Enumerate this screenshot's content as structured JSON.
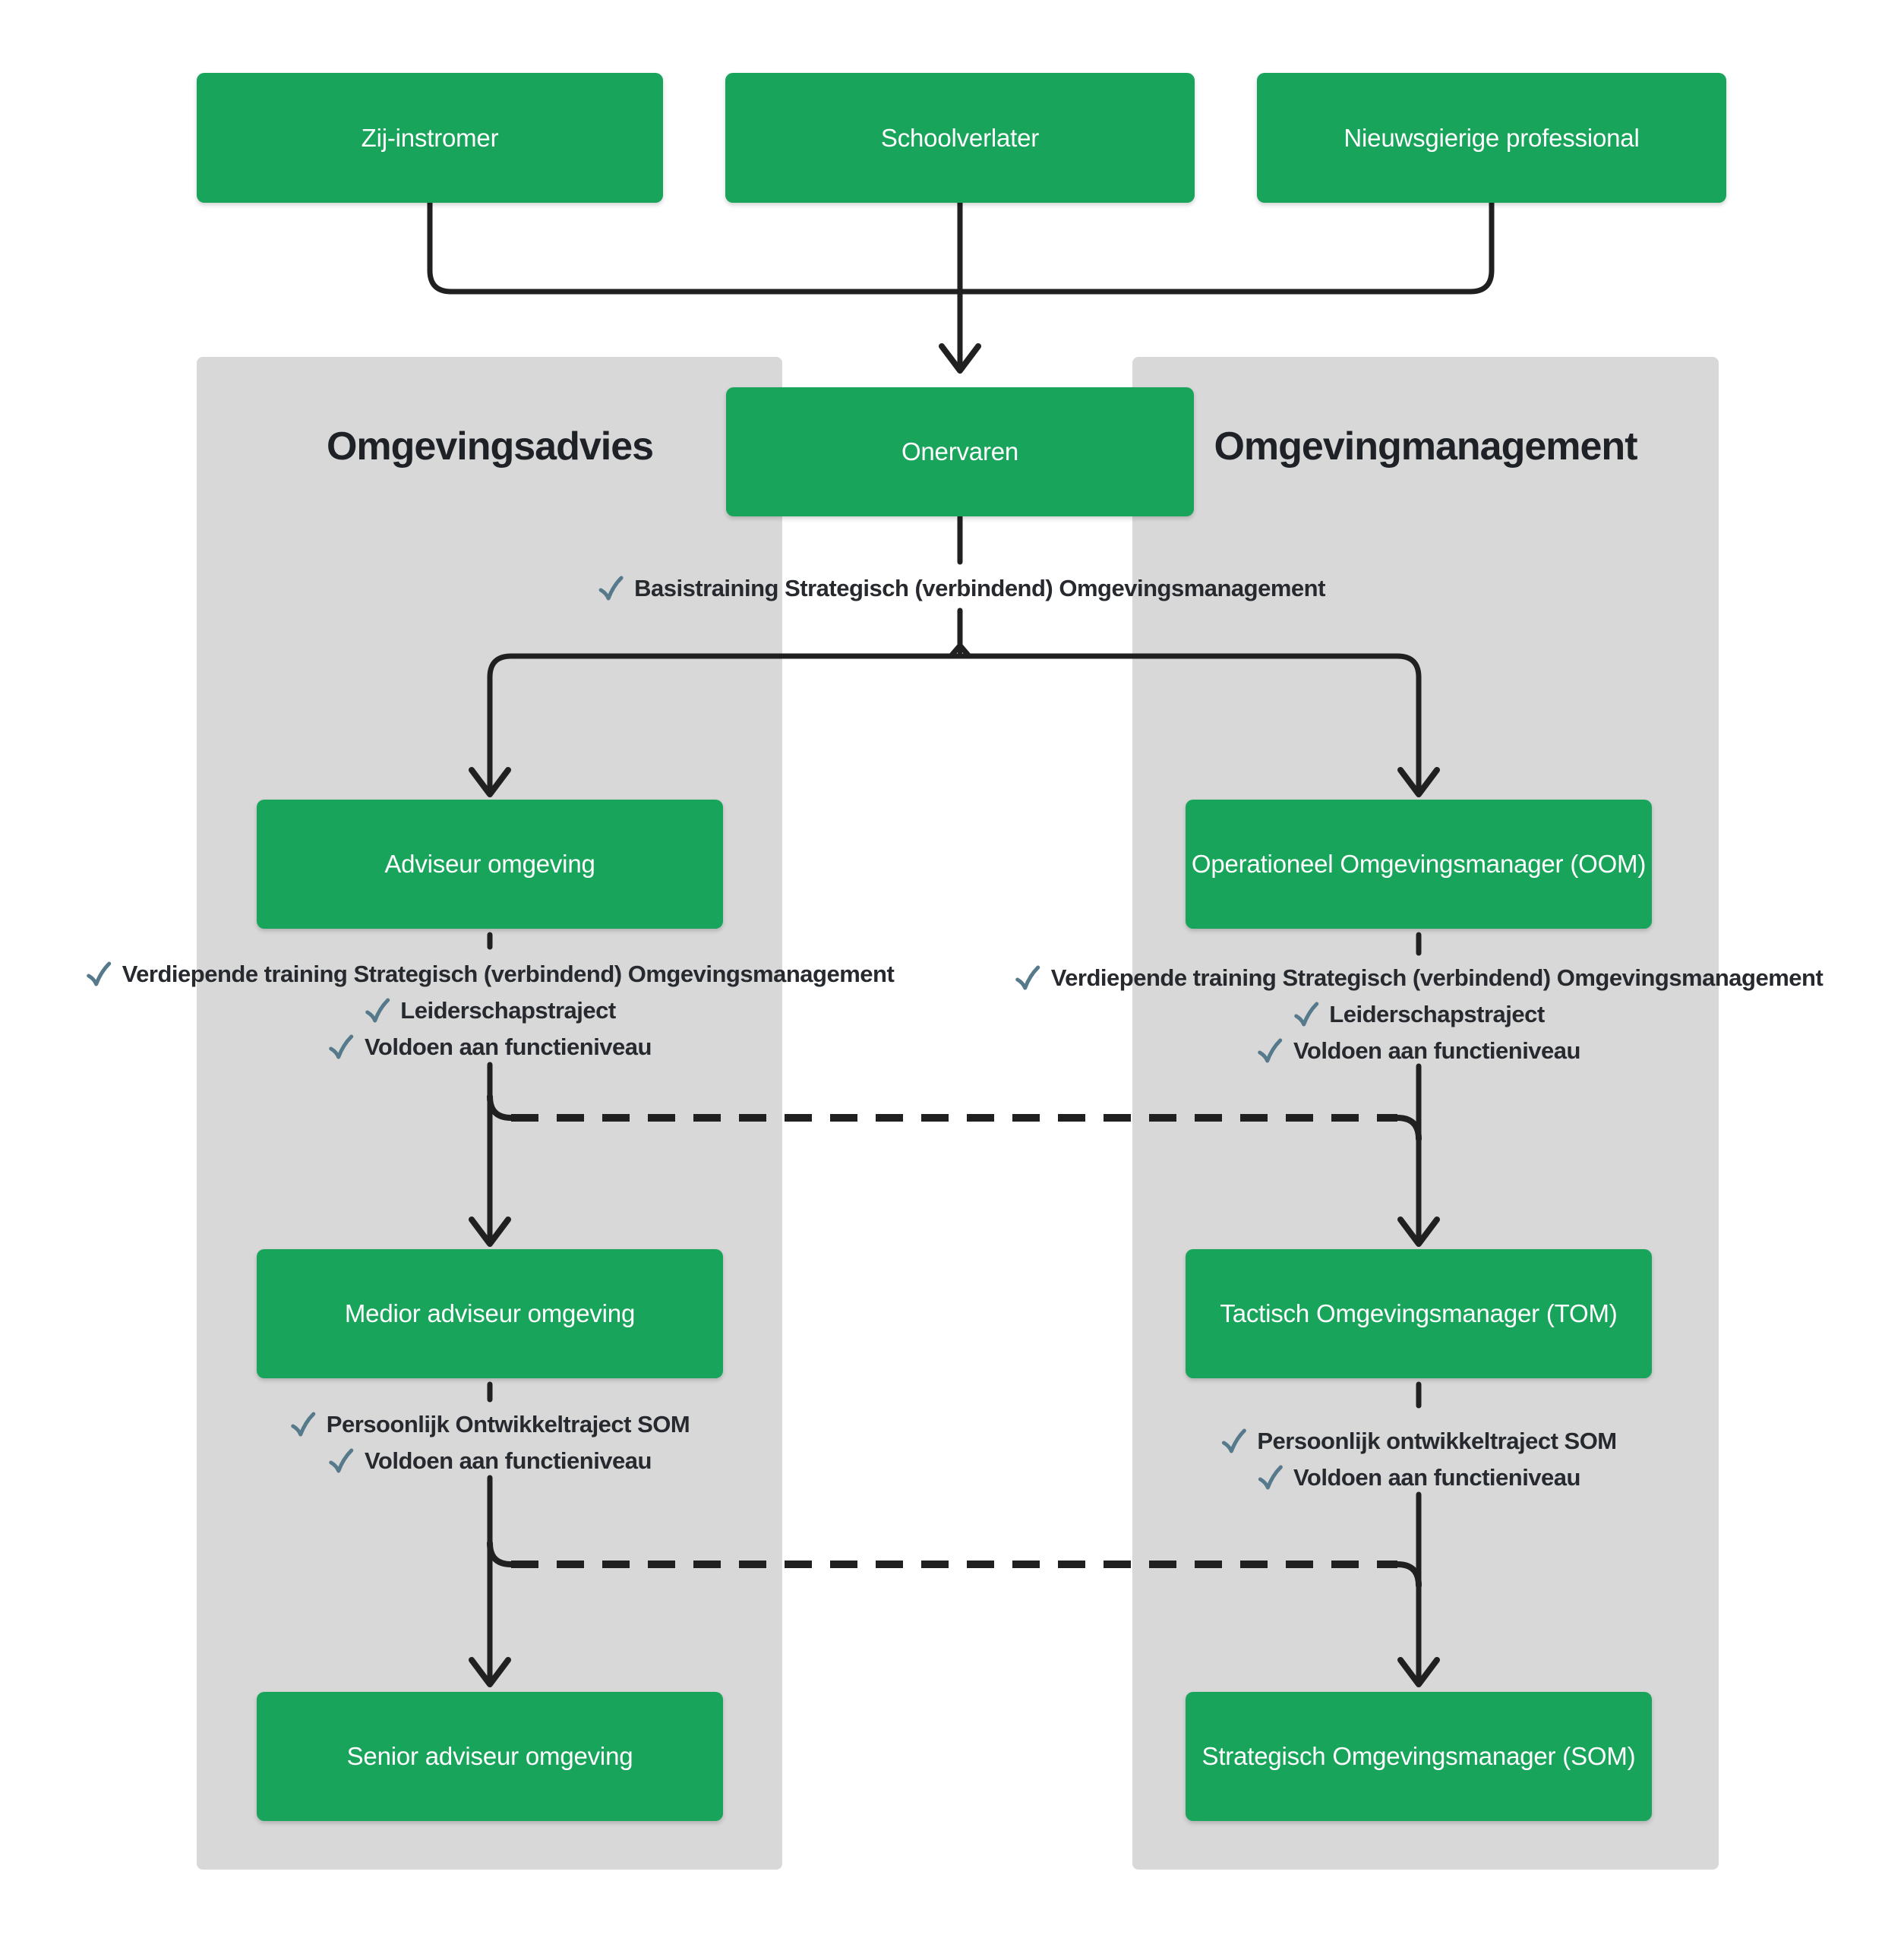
{
  "colors": {
    "green": "#18a45a",
    "panel": "#d8d8d8",
    "line": "#202020",
    "check": "#567a8b",
    "ink": "#26292e",
    "box-text": "#ffffff",
    "bg": "#ffffff"
  },
  "entry_boxes": [
    {
      "label": "Zij-instromer"
    },
    {
      "label": "Schoolverlater"
    },
    {
      "label": "Nieuwsgierige professional"
    }
  ],
  "start_box": {
    "label": "Onervaren"
  },
  "basis_requirement": {
    "label": "Basistraining Strategisch (verbindend) Omgevingsmanagement"
  },
  "left_column": {
    "title": "Omgevingsadvies",
    "levels": [
      {
        "box": "Adviseur omgeving",
        "requirements": [
          "Verdiepende training Strategisch (verbindend) Omgevingsmanagement",
          "Leiderschapstraject",
          "Voldoen aan functieniveau"
        ]
      },
      {
        "box": "Medior adviseur omgeving",
        "requirements": [
          "Persoonlijk Ontwikkeltraject SOM",
          "Voldoen aan functieniveau"
        ]
      },
      {
        "box": "Senior adviseur omgeving",
        "requirements": []
      }
    ]
  },
  "right_column": {
    "title": "Omgevingmanagement",
    "levels": [
      {
        "box": "Operationeel Omgevingsmanager (OOM)",
        "requirements": [
          "Verdiepende training Strategisch (verbindend) Omgevingsmanagement",
          "Leiderschapstraject",
          "Voldoen aan functieniveau"
        ]
      },
      {
        "box": "Tactisch Omgevingsmanager (TOM)",
        "requirements": [
          "Persoonlijk ontwikkeltraject SOM",
          "Voldoen aan functieniveau"
        ]
      },
      {
        "box": "Strategisch Omgevingsmanager (SOM)",
        "requirements": []
      }
    ]
  }
}
